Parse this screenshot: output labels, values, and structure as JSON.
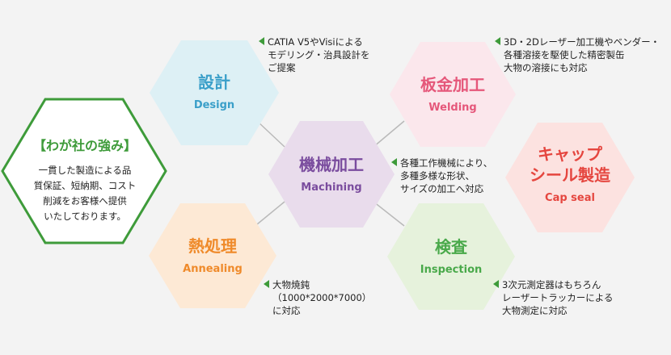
{
  "colors": {
    "background": "#f3f3f3",
    "green": "#3e9b3a",
    "blue": "#3a9fc9",
    "pink": "#e5577a",
    "purple": "#7a4c9e",
    "orange": "#ef8a2a",
    "lightgreen": "#49a94a",
    "red": "#e5463f"
  },
  "strength": {
    "title": "【わが社の強み】",
    "lines": [
      "一貫した製造による品",
      "質保証、短納期、コスト",
      "削減をお客様へ提供",
      "いたしております。"
    ]
  },
  "hexes": {
    "design": {
      "title": "設計",
      "subtitle": "Design",
      "note": [
        "CATIA V5やVisiによる",
        "モデリング・治具設計を",
        "ご提案"
      ]
    },
    "welding": {
      "title": "板金加工",
      "subtitle": "Welding",
      "note": [
        "3D・2Dレーザー加工機やベンダー・",
        "各種溶接を駆使した精密製缶",
        "大物の溶接にも対応"
      ]
    },
    "machining": {
      "title": "機械加工",
      "subtitle": "Machining",
      "note": [
        "各種工作機械により、",
        "多種多様な形状、",
        "サイズの加工へ対応"
      ]
    },
    "capseal": {
      "title_lines": [
        "キャップ",
        "シール製造"
      ],
      "subtitle": "Cap seal"
    },
    "annealing": {
      "title": "熱処理",
      "subtitle": "Annealing",
      "note": [
        "大物焼鈍",
        "（1000*2000*7000）",
        "に対応"
      ]
    },
    "inspection": {
      "title": "検査",
      "subtitle": "Inspection",
      "note": [
        "3次元測定器はもちろん",
        "レーザートラッカーによる",
        "大物測定に対応"
      ]
    }
  }
}
